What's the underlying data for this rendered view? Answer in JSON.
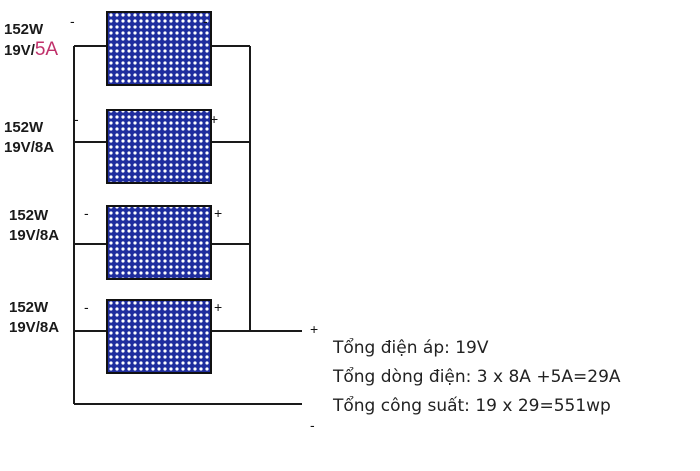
{
  "panels": [
    {
      "power": "152W",
      "spec_prefix": "19V/",
      "spec_current": "5A",
      "neg": "-",
      "pos": "-"
    },
    {
      "power": "152W",
      "spec_prefix": "19V/8A",
      "spec_current": "",
      "neg": "-",
      "pos": "+"
    },
    {
      "power": "152W",
      "spec_prefix": "19V/8A",
      "spec_current": "",
      "neg": "-",
      "pos": "+"
    },
    {
      "power": "152W",
      "spec_prefix": "19V/8A",
      "spec_current": "",
      "neg": "-",
      "pos": "+"
    }
  ],
  "terminals": {
    "positive": "+",
    "negative": "-"
  },
  "totals": {
    "voltage": "Tổng điện áp: 19V",
    "current": "Tổng dòng điện: 3 x 8A +5A=29A",
    "power": "Tổng công suất: 19 x 29=551wp"
  },
  "colors": {
    "panel_fill": "#1f2d9e",
    "panel_dot": "#ffffff",
    "wire": "#1a1a1a",
    "accent": "#c0306a"
  }
}
